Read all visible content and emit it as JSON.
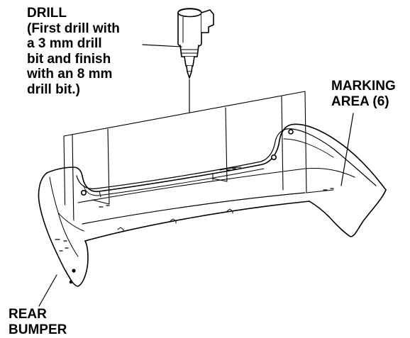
{
  "labels": {
    "drill": [
      "DRILL",
      "(First drill with",
      "a 3 mm drill",
      "bit and finish",
      "with an 8 mm",
      "drill bit.)"
    ],
    "marking_area": [
      "MARKING",
      "AREA (6)"
    ],
    "rear_bumper": [
      "REAR",
      "BUMPER"
    ]
  },
  "colors": {
    "line": "#000000",
    "background": "#ffffff"
  },
  "icons": {
    "drill_tool": "drill-icon"
  }
}
